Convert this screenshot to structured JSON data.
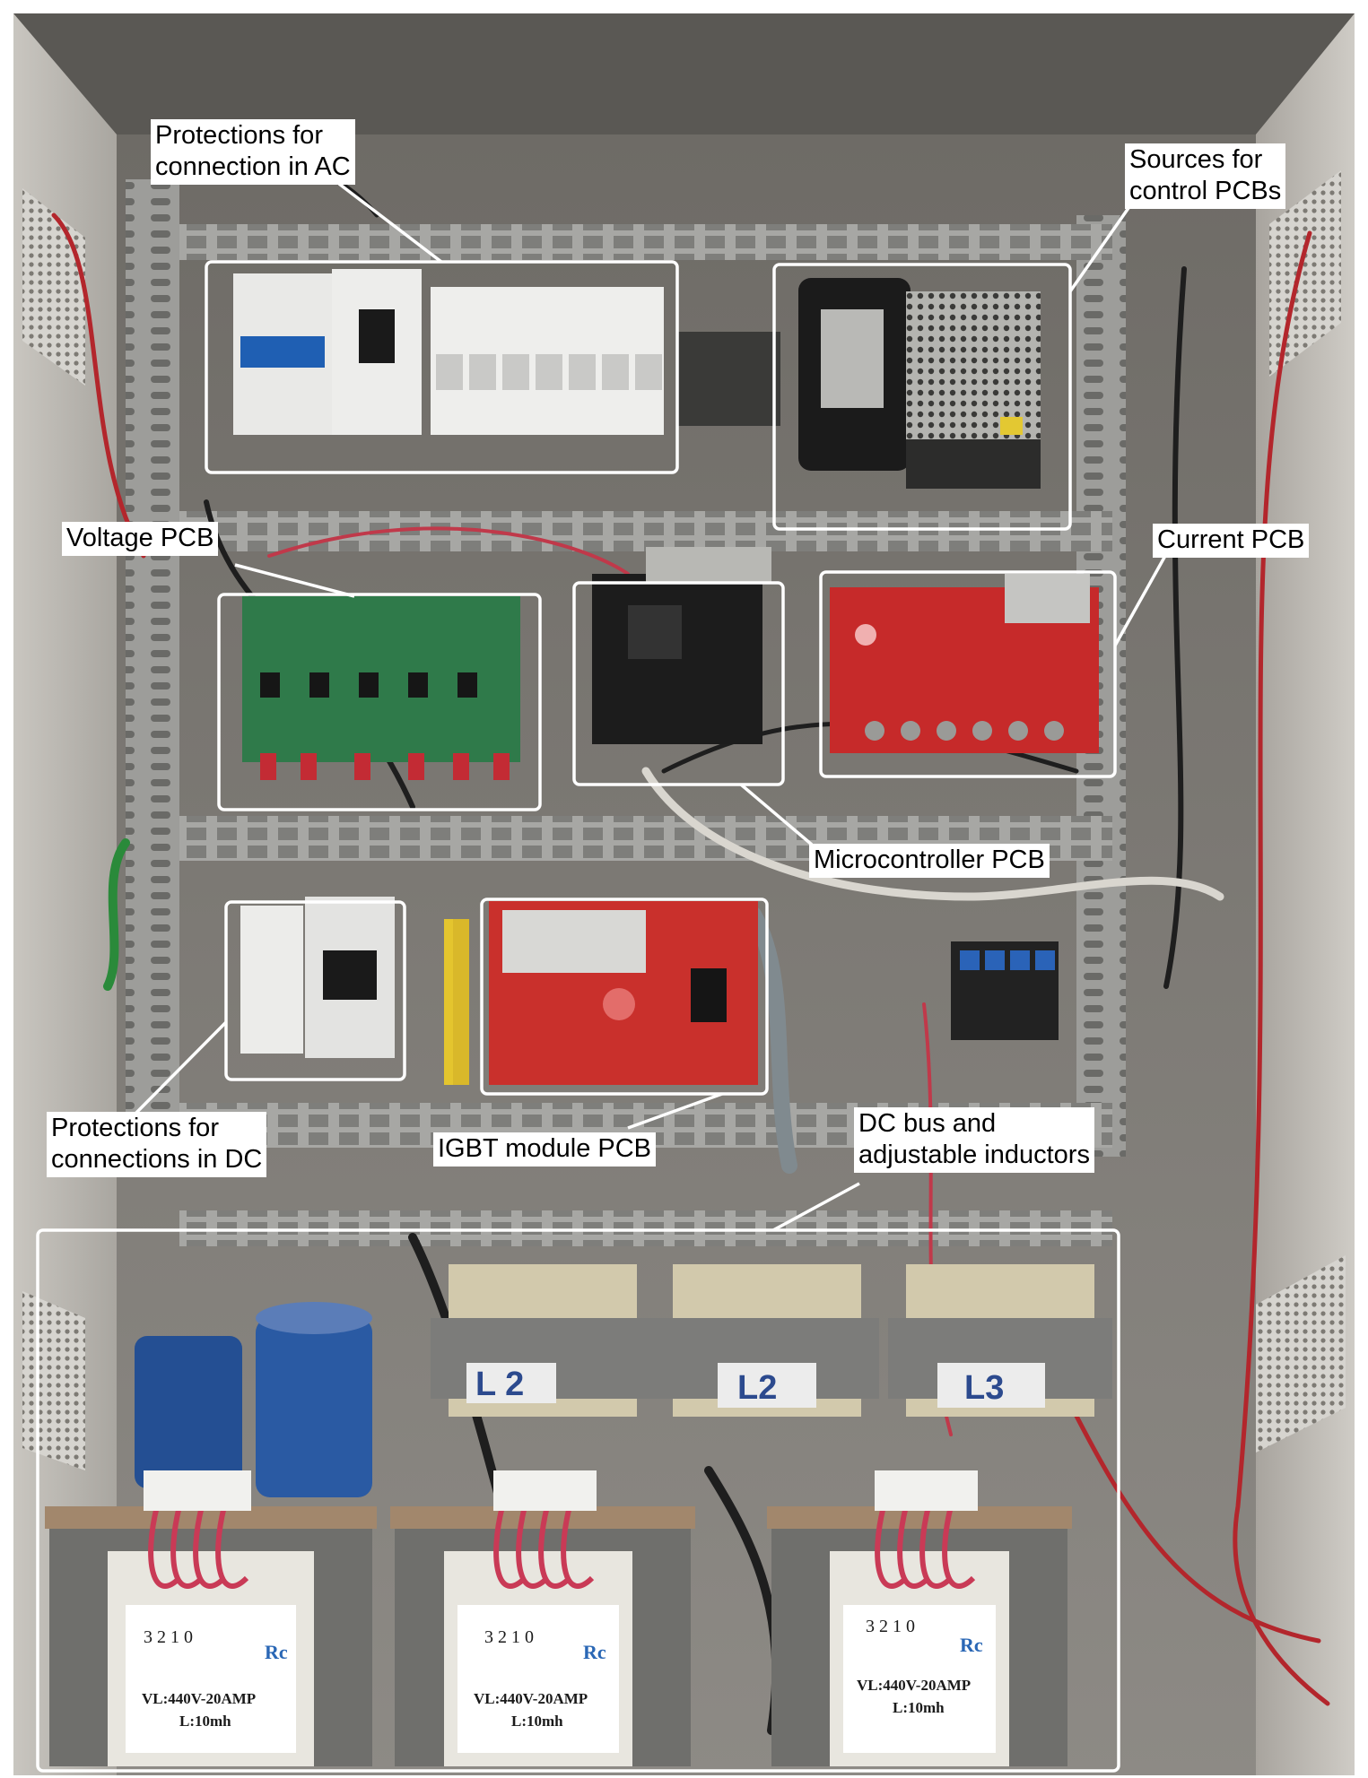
{
  "photo": {
    "callouts": [
      {
        "id": "ac-protections",
        "text": "Protections for\nconnection in AC"
      },
      {
        "id": "control-sources",
        "text": "Sources for\ncontrol PCBs"
      },
      {
        "id": "voltage-pcb",
        "text": "Voltage PCB"
      },
      {
        "id": "current-pcb",
        "text": "Current PCB"
      },
      {
        "id": "microcontroller-pcb",
        "text": "Microcontroller PCB"
      },
      {
        "id": "dc-protections",
        "text": "Protections for\nconnections in DC"
      },
      {
        "id": "igbt-pcb",
        "text": "IGBT module PCB"
      },
      {
        "id": "dc-bus",
        "text": "DC bus and\nadjustable inductors"
      }
    ],
    "inductor_labels": [
      "L 2",
      "L2",
      "L3"
    ],
    "transformer_plates": [
      {
        "taps": "3 2 1 0",
        "brand": "Rc",
        "rating": "VL:440V-20AMP",
        "inductance": "L:10mh"
      },
      {
        "taps": "3 2 1 0",
        "brand": "Rc",
        "rating": "VL:440V-20AMP",
        "inductance": "L:10mh"
      },
      {
        "taps": "3 2 1 0",
        "brand": "Rc",
        "rating": "VL:440V-20AMP",
        "inductance": "L:10mh"
      }
    ]
  }
}
